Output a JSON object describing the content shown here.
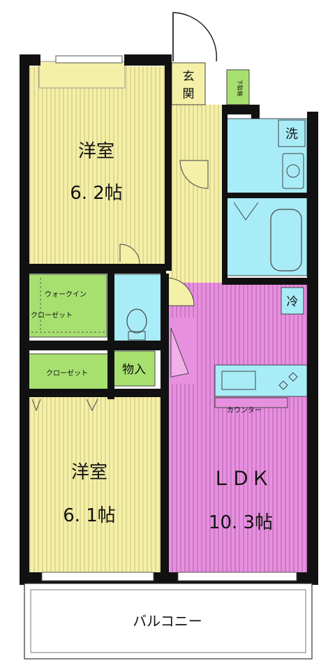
{
  "rooms": {
    "western_room_1": {
      "name": "洋室",
      "size": "6. 2帖"
    },
    "western_room_2": {
      "name": "洋室",
      "size": "6. 1帖"
    },
    "ldk": {
      "name": "ＬＤＫ",
      "size": "10. 3帖"
    }
  },
  "entrance": "玄関",
  "shoe_box": "下駄箱",
  "washer": "洗",
  "fridge": "冷",
  "storage": "物入",
  "walk_in_line1": "ウォークイン",
  "walk_in_line2": "クローゼット",
  "closet": "クローゼット",
  "counter": "カウンター",
  "balcony": "バルコニー",
  "colors": {
    "western_room_floor": "#f5f0a8",
    "ldk_floor": "#e890e0",
    "wet_area": "#a8ecf8",
    "closet": "#a8e070",
    "wall": "#111111"
  }
}
